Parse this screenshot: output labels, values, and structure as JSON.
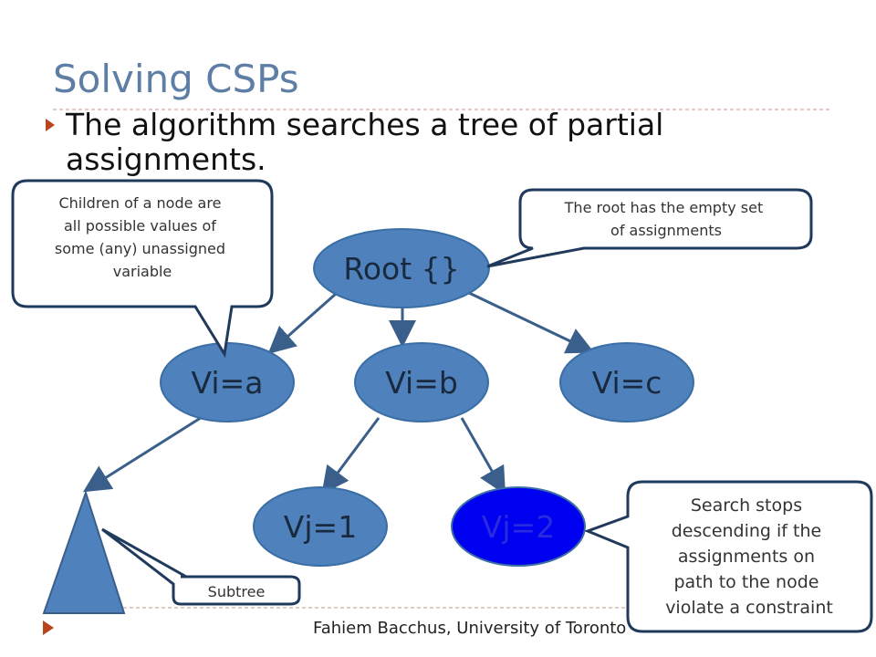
{
  "slide": {
    "title": "Solving CSPs",
    "bullet": "The algorithm searches a tree of partial assignments.",
    "footer": "Fahiem Bacchus, University of Toronto"
  },
  "tree": {
    "root": "Root {}",
    "children": [
      "Vi=a",
      "Vi=b",
      "Vi=c"
    ],
    "grandchildren": [
      "Vj=1",
      "Vj=2"
    ]
  },
  "callouts": {
    "children_note": [
      "Children of a node are",
      "all possible values of",
      "some (any) unassigned",
      "variable"
    ],
    "root_note": [
      "The root has the empty set",
      "of assignments"
    ],
    "stop_note": [
      "Search stops",
      "descending if the",
      "assignments on",
      "path to the node",
      "violate a constraint"
    ],
    "subtree": "Subtree"
  },
  "colors": {
    "title": "#5e7ea6",
    "node_fill": "#4f81bd",
    "failed_node_fill": "#0000f0",
    "callout_border": "#203a5c",
    "bullet_accent": "#b8451c"
  }
}
